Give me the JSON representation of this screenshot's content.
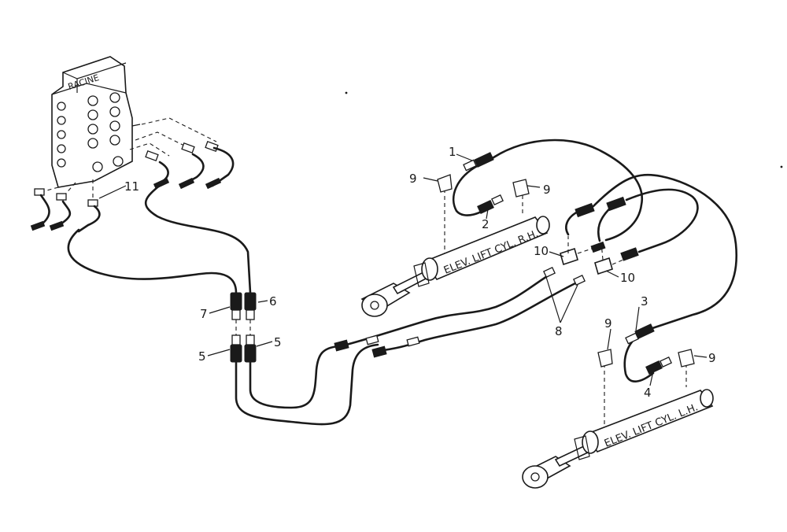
{
  "valve": {
    "brand": "RACINE"
  },
  "cylinders": {
    "rh_label": "ELEV. LIFT CYL. R.H.",
    "lh_label": "ELEV. LIFT CYL. L.H."
  },
  "callouts": {
    "c1": "1",
    "c2": "2",
    "c3": "3",
    "c4": "4",
    "c5a": "5",
    "c5b": "5",
    "c6": "6",
    "c7": "7",
    "c8": "8",
    "c9a": "9",
    "c9b": "9",
    "c9c": "9",
    "c9d": "9",
    "c10a": "10",
    "c10b": "10",
    "c11": "11"
  },
  "colors": {
    "ink": "#1a1a1a",
    "paper": "#ffffff"
  }
}
